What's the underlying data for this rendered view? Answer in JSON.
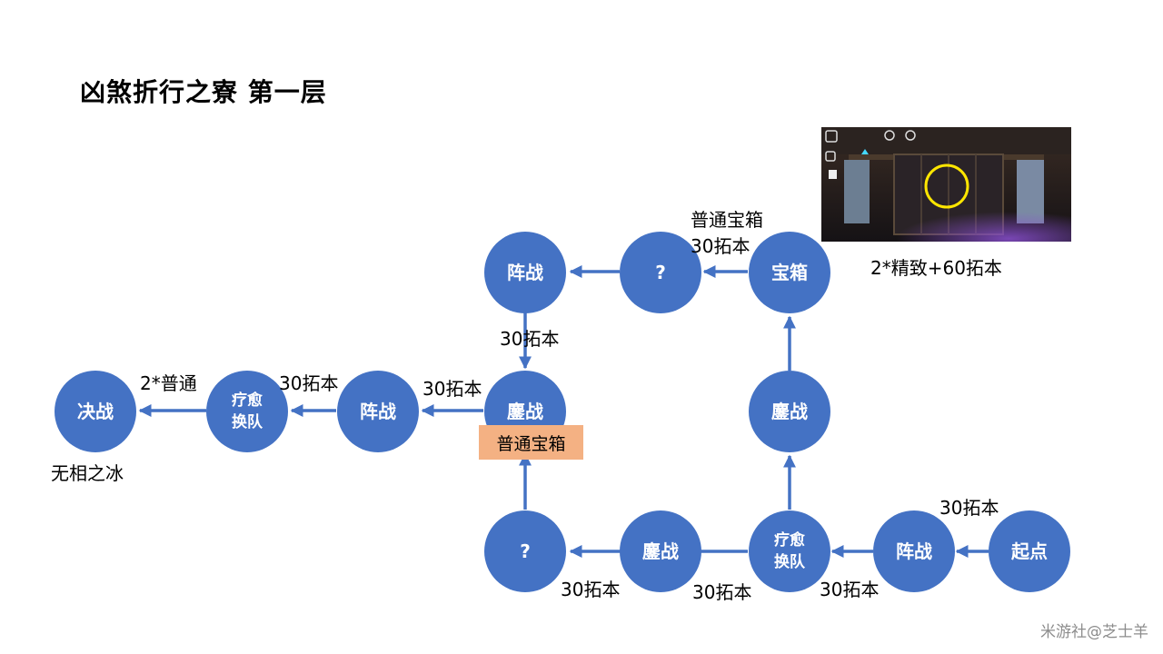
{
  "title": "凶煞折行之寮 第一层",
  "nodes": {
    "start": "起点",
    "battle_array_1": "阵战",
    "heal_1": "疗愈换队",
    "fierce_1": "鏖战",
    "question_1": "?",
    "fierce_2": "鏖战",
    "fierce_3": "鏖战",
    "battle_array_2": "阵战",
    "heal_2": "疗愈换队",
    "final": "决战",
    "treasure": "宝箱",
    "question_2": "?",
    "battle_array_3": "阵战"
  },
  "edge_labels": {
    "start_to_array1": "30拓本",
    "array1_to_heal1": "30拓本",
    "heal1_to_fierce1": "30拓本",
    "fierce1_to_question1": "30拓本",
    "treasure_to_question2_a": "普通宝箱",
    "treasure_to_question2_b": "30拓本",
    "array3_to_fierce2": "30拓本",
    "fierce2_to_array2": "30拓本",
    "array2_to_heal2": "30拓本",
    "heal2_to_final": "2*普通"
  },
  "chest_label": "普通宝箱",
  "reward_caption": "2*精致+60拓本",
  "final_caption": "无相之冰",
  "watermark": "米游社@芝士羊",
  "colors": {
    "node": "#4472c4",
    "chest": "#f4b183",
    "highlight_circle": "#ffe600"
  }
}
